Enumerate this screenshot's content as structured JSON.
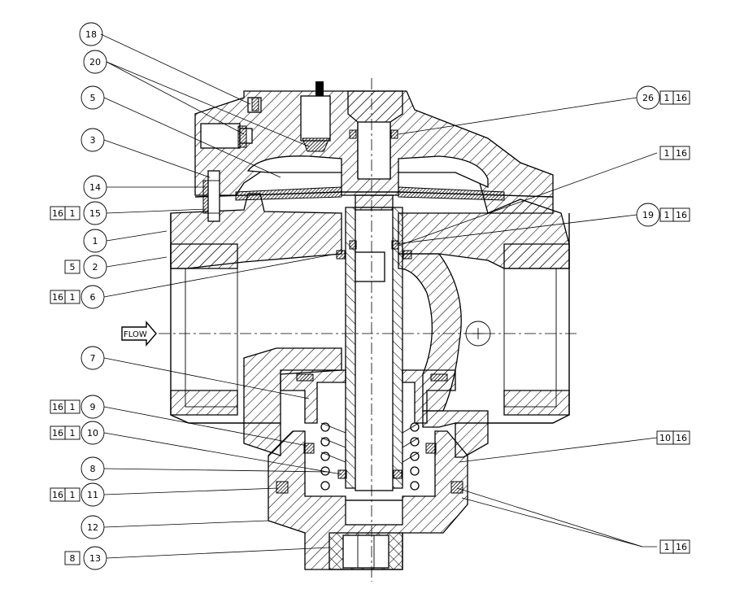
{
  "callouts": [
    {
      "id": "c18",
      "number": "18",
      "tag": []
    },
    {
      "id": "c20",
      "number": "20",
      "tag": []
    },
    {
      "id": "c5",
      "number": "5",
      "tag": []
    },
    {
      "id": "c3",
      "number": "3",
      "tag": []
    },
    {
      "id": "c14",
      "number": "14",
      "tag": []
    },
    {
      "id": "c15",
      "number": "15",
      "tag": [
        "16",
        "1"
      ]
    },
    {
      "id": "c1",
      "number": "1",
      "tag": []
    },
    {
      "id": "c2",
      "number": "2",
      "tag": [
        "5"
      ]
    },
    {
      "id": "c6",
      "number": "6",
      "tag": [
        "16",
        "1"
      ]
    },
    {
      "id": "c7",
      "number": "7",
      "tag": []
    },
    {
      "id": "c9",
      "number": "9",
      "tag": [
        "16",
        "1"
      ]
    },
    {
      "id": "c10",
      "number": "10",
      "tag": [
        "16",
        "1"
      ]
    },
    {
      "id": "c8",
      "number": "8",
      "tag": []
    },
    {
      "id": "c11",
      "number": "11",
      "tag": [
        "16",
        "1"
      ]
    },
    {
      "id": "c12",
      "number": "12",
      "tag": []
    },
    {
      "id": "c13",
      "number": "13",
      "tag": [
        "8"
      ]
    },
    {
      "id": "c26",
      "number": "26",
      "tag": [
        "1",
        "16"
      ]
    },
    {
      "id": "c19",
      "number": "19",
      "tag": [
        "1",
        "16"
      ]
    }
  ],
  "box_tags": [
    {
      "id": "t1",
      "cells": [
        "1",
        "16"
      ]
    },
    {
      "id": "t2",
      "cells": [
        "10",
        "16"
      ]
    },
    {
      "id": "t3",
      "cells": [
        "1",
        "16"
      ]
    }
  ],
  "flow_label": "FLOW"
}
